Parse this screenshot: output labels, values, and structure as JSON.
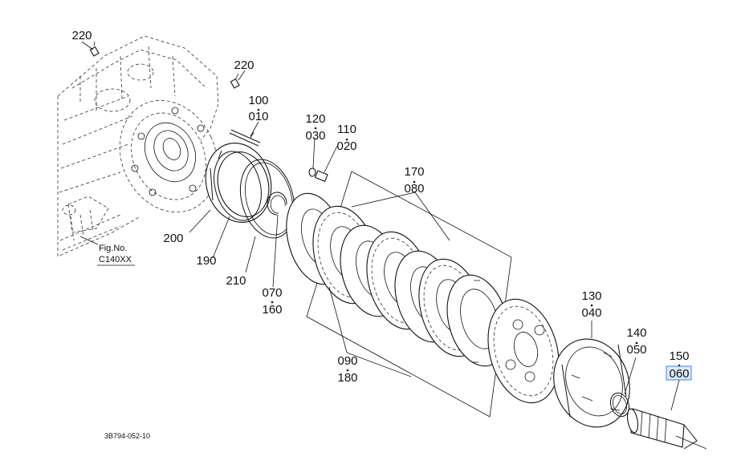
{
  "diagram": {
    "ref_code": "3B794-052-10",
    "figure_ref": {
      "line1": "Fig.No.",
      "line2": "C140XX"
    },
    "callouts": [
      {
        "id": "220a",
        "top": "220",
        "bottom": ""
      },
      {
        "id": "220b",
        "top": "220",
        "bottom": ""
      },
      {
        "id": "100-010",
        "top": "100",
        "bottom": "010"
      },
      {
        "id": "120-030",
        "top": "120",
        "bottom": "030"
      },
      {
        "id": "110-020",
        "top": "110",
        "bottom": "020"
      },
      {
        "id": "170-080",
        "top": "170",
        "bottom": "080"
      },
      {
        "id": "200",
        "top": "200",
        "bottom": ""
      },
      {
        "id": "190",
        "top": "190",
        "bottom": ""
      },
      {
        "id": "210",
        "top": "210",
        "bottom": ""
      },
      {
        "id": "070-160",
        "top": "070",
        "bottom": "160"
      },
      {
        "id": "090-180",
        "top": "090",
        "bottom": "180"
      },
      {
        "id": "130-040",
        "top": "130",
        "bottom": "040"
      },
      {
        "id": "140-050",
        "top": "140",
        "bottom": "050"
      },
      {
        "id": "150-060",
        "top": "150",
        "bottom": "060",
        "highlighted": "060"
      }
    ]
  },
  "colors": {
    "line": "#111111",
    "highlight_fill": "#dbeafb",
    "highlight_border": "#3b82f6"
  }
}
